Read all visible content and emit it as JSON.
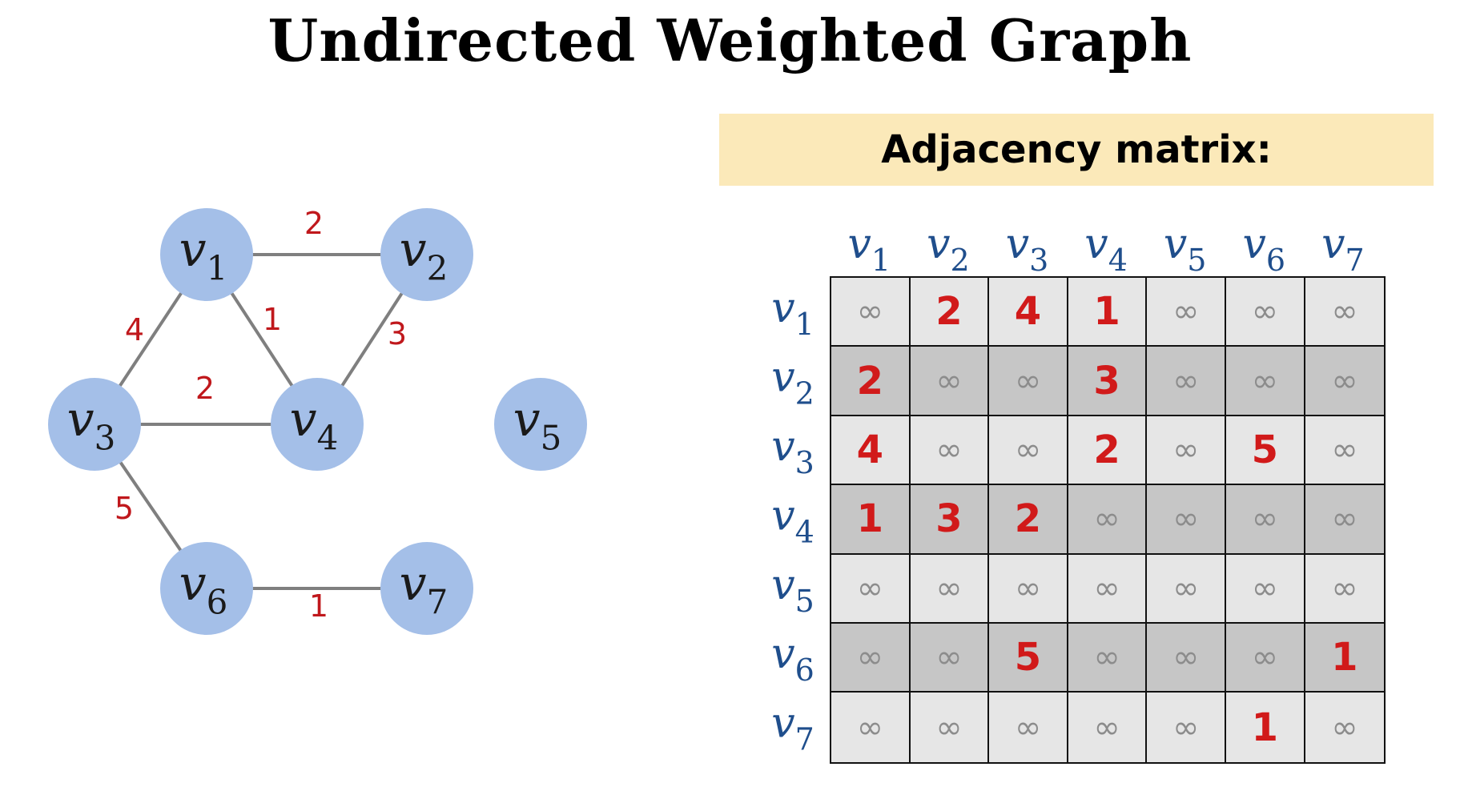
{
  "title": "Undirected Weighted Graph",
  "matrix_banner": "Adjacency matrix:",
  "colors": {
    "node_fill": "#a4bfe8",
    "edge": "#7f7f7f",
    "weight": "#c0181c",
    "axis_label": "#1f4e8c",
    "banner": "#fbe9b9",
    "cell_light": "#e6e6e6",
    "cell_dark": "#c6c6c6",
    "cell_number": "#d11a1a",
    "cell_infinity": "#8c8c8c"
  },
  "graph": {
    "nodes": [
      {
        "id": "v1",
        "base": "v",
        "sub": "1"
      },
      {
        "id": "v2",
        "base": "v",
        "sub": "2"
      },
      {
        "id": "v3",
        "base": "v",
        "sub": "3"
      },
      {
        "id": "v4",
        "base": "v",
        "sub": "4"
      },
      {
        "id": "v5",
        "base": "v",
        "sub": "5"
      },
      {
        "id": "v6",
        "base": "v",
        "sub": "6"
      },
      {
        "id": "v7",
        "base": "v",
        "sub": "7"
      }
    ],
    "edges": [
      {
        "from": "v1",
        "to": "v2",
        "weight": "2"
      },
      {
        "from": "v1",
        "to": "v3",
        "weight": "4"
      },
      {
        "from": "v1",
        "to": "v4",
        "weight": "1"
      },
      {
        "from": "v2",
        "to": "v4",
        "weight": "3"
      },
      {
        "from": "v3",
        "to": "v4",
        "weight": "2"
      },
      {
        "from": "v3",
        "to": "v6",
        "weight": "5"
      },
      {
        "from": "v6",
        "to": "v7",
        "weight": "1"
      }
    ]
  },
  "matrix": {
    "labels": [
      {
        "base": "v",
        "sub": "1"
      },
      {
        "base": "v",
        "sub": "2"
      },
      {
        "base": "v",
        "sub": "3"
      },
      {
        "base": "v",
        "sub": "4"
      },
      {
        "base": "v",
        "sub": "5"
      },
      {
        "base": "v",
        "sub": "6"
      },
      {
        "base": "v",
        "sub": "7"
      }
    ],
    "rows": [
      [
        "∞",
        "2",
        "4",
        "1",
        "∞",
        "∞",
        "∞"
      ],
      [
        "2",
        "∞",
        "∞",
        "3",
        "∞",
        "∞",
        "∞"
      ],
      [
        "4",
        "∞",
        "∞",
        "2",
        "∞",
        "5",
        "∞"
      ],
      [
        "1",
        "3",
        "2",
        "∞",
        "∞",
        "∞",
        "∞"
      ],
      [
        "∞",
        "∞",
        "∞",
        "∞",
        "∞",
        "∞",
        "∞"
      ],
      [
        "∞",
        "∞",
        "5",
        "∞",
        "∞",
        "∞",
        "1"
      ],
      [
        "∞",
        "∞",
        "∞",
        "∞",
        "∞",
        "1",
        "∞"
      ]
    ]
  }
}
